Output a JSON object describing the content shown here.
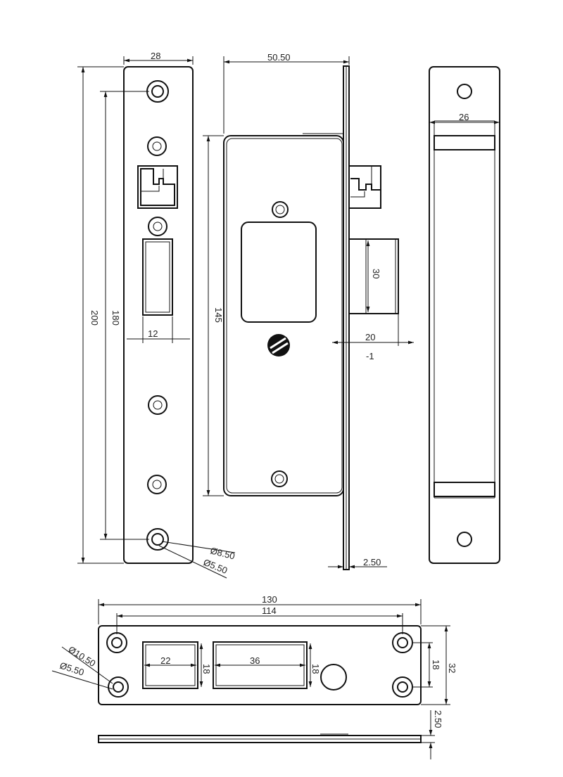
{
  "dims": {
    "faceplate_width": "28",
    "faceplate_length": "200",
    "screw_spacing": "180",
    "latch_width": "12",
    "hole_dia_outer": "Ø8.50",
    "hole_dia_inner": "Ø5.50",
    "case_depth": "50.50",
    "case_height": "145",
    "bolt_height": "30",
    "bolt_throw": "20",
    "bolt_tol": "-1",
    "plate_thickness": "2.50",
    "side_width": "26",
    "strike_length": "130",
    "strike_hole_spacing": "114",
    "strike_hole_outer": "Ø10.50",
    "strike_hole_inner": "Ø5.50",
    "strike_slot1_width": "22",
    "strike_slot1_height": "18",
    "strike_slot2_width": "36",
    "strike_slot2_height": "18",
    "strike_hole_vspacing": "18",
    "strike_width": "32",
    "strike_thickness": "2.50"
  }
}
